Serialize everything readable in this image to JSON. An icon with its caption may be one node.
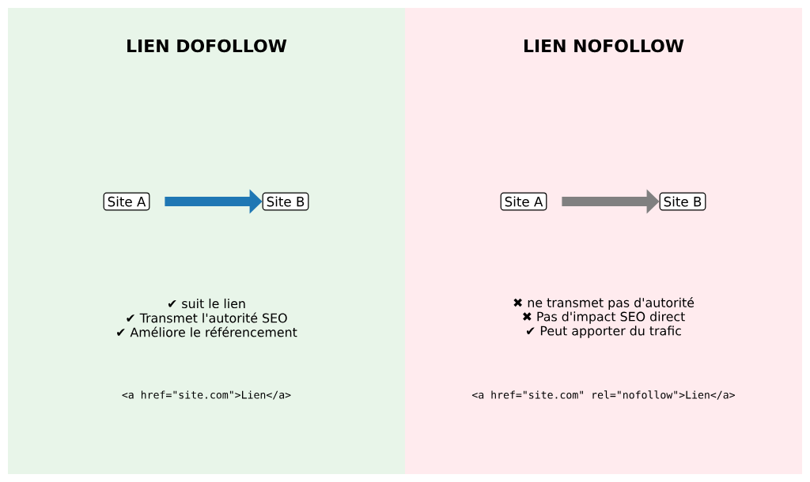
{
  "diagram": {
    "nodes": [
      {
        "text": [
          "LIEN DOFOLLOW",
          "✔ suit le lien",
          "✔ Transmet l'autorité SEO",
          "✔ Améliore le référencement",
          "<a href=\"site.com\">Lien</a>"
        ]
      },
      {
        "text": [
          "Site A"
        ],
        "in": 0
      },
      {
        "text": [
          "Site B"
        ],
        "in": 0
      },
      {
        "text": [
          "LIEN NOFOLLOW",
          "✖ ne transmet pas d'autorité",
          "✖ Pas d'impact SEO direct",
          "✔ Peut apporter du trafic",
          "<a href=\"site.com\" rel=\"nofollow\">Lien</a>"
        ]
      },
      {
        "text": [
          "Site A"
        ],
        "in": 3
      },
      {
        "text": [
          "Site B"
        ],
        "in": 3
      }
    ],
    "edges": [
      {
        "from": 1,
        "to": 2,
        "arrow": "to",
        "color": "#1f77b4"
      },
      {
        "from": 4,
        "to": 5,
        "arrow": "to",
        "color": "#808080"
      }
    ]
  }
}
